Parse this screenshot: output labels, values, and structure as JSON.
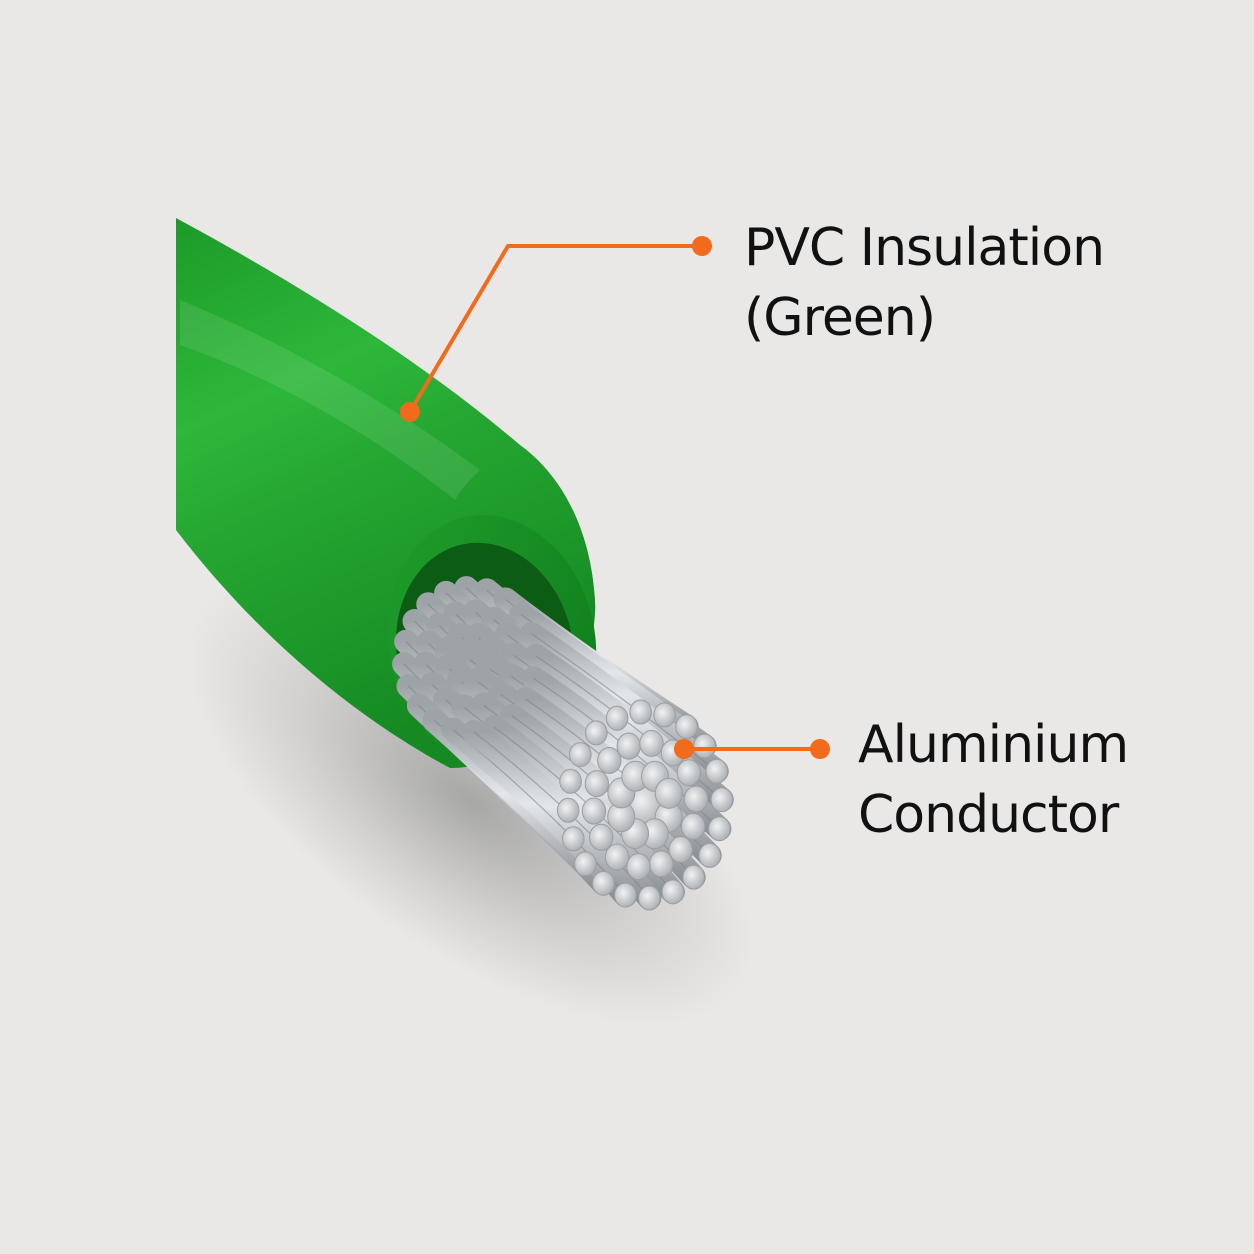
{
  "callouts": {
    "insulation": {
      "line1": "PVC Insulation",
      "line2": "(Green)"
    },
    "conductor": {
      "line1": "Aluminium",
      "line2": "Conductor"
    }
  },
  "colors": {
    "background": "#e9e8e7",
    "insulation": "#22a12f",
    "conductor": "#bfc3c7",
    "leader": "#f26a1b",
    "label_text": "#111111"
  }
}
